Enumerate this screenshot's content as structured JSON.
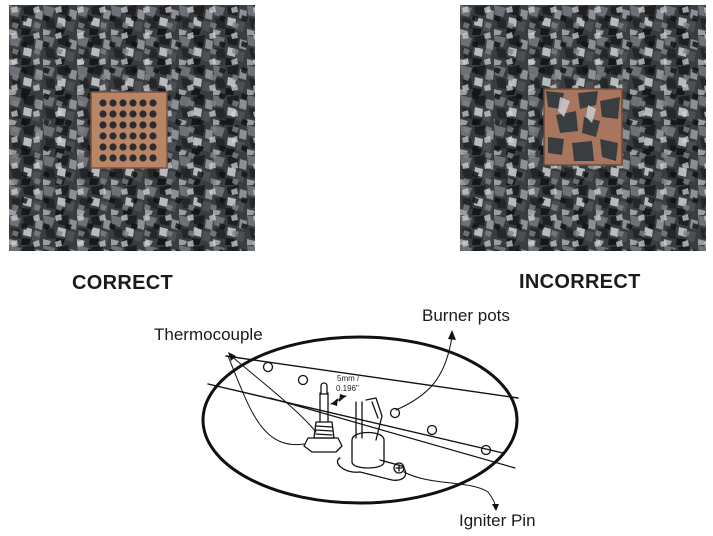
{
  "captions": {
    "correct": "CORRECT",
    "incorrect": "INCORRECT"
  },
  "diagram": {
    "labels": {
      "thermocouple": "Thermocouple",
      "burner_pots": "Burner pots",
      "igniter_pin": "Igniter Pin"
    },
    "spacing_mm": "5mm /",
    "spacing_in": "0.196\""
  }
}
